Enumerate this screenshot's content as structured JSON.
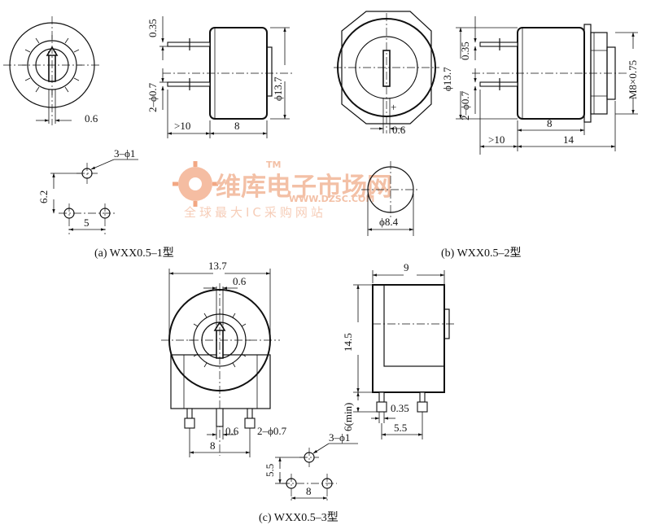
{
  "watermark": {
    "main": "维库电子市场网",
    "url": "WWW.DZSC.COM",
    "sub": "全球最大IC采购网站",
    "tm": "TM"
  },
  "panel_a": {
    "caption": "(a)  WXX0.5–1型",
    "dims": {
      "lead_pitch_top": "0.35",
      "lead_dia": "2–ϕ0.7",
      "body_dia": "ϕ13.7",
      "lead_len": ">10",
      "body_len": "8",
      "shaft_slot": "0.6",
      "hole_spec": "3–ϕ1",
      "hole_v": "6.2",
      "hole_h": "5"
    }
  },
  "panel_b": {
    "caption": "(b)  WXX0.5–2型",
    "dims": {
      "body_dia": "ϕ13.7",
      "lead_pitch_top": "0.35",
      "lead_dia": "2–ϕ0.7",
      "thread": "M8×0.75",
      "shaft_slot": "0.6",
      "lead_len": ">10",
      "body_len": "8",
      "total_len": "14",
      "panel_hole": "ϕ8.4"
    }
  },
  "panel_c": {
    "caption": "(c)  WXX0.5–3型",
    "dims": {
      "width": "13.7",
      "slot": "0.6",
      "pin_slot": "0.6",
      "lead_dia": "2–ϕ0.7",
      "pin_span": "8",
      "depth": "9",
      "height": "14.5",
      "pin_min": "6(min)",
      "pin_pitch": "0.35",
      "pin_off": "5.5",
      "hole_spec": "3–ϕ1",
      "hole_v": "5.5",
      "hole_h": "8"
    }
  }
}
